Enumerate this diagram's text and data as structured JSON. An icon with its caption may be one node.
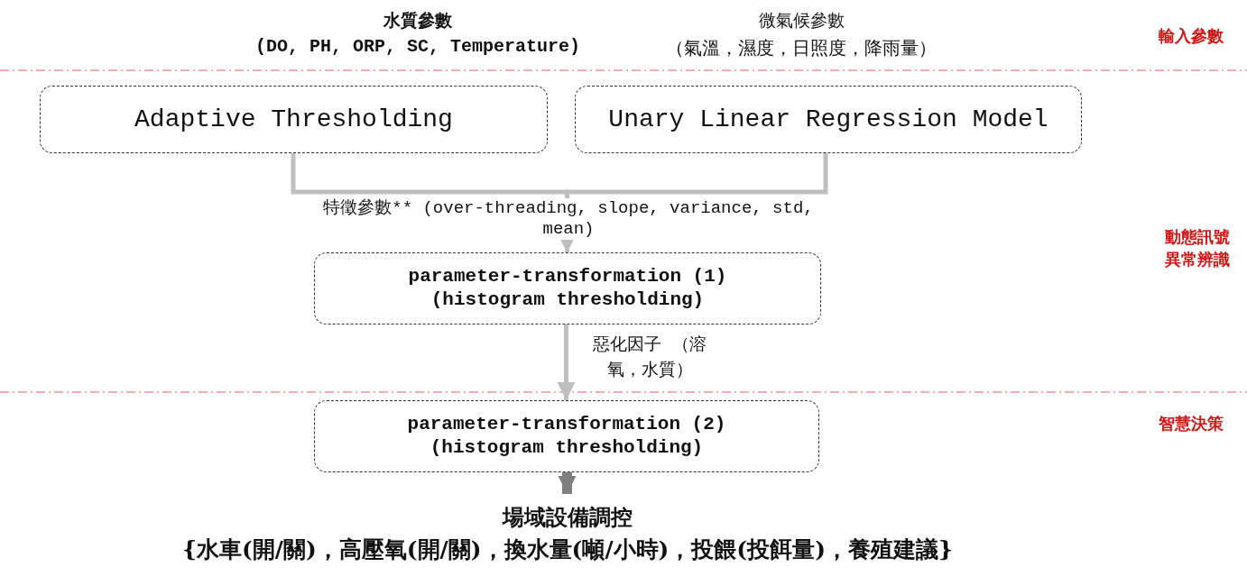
{
  "diagram": {
    "nodes": [
      {
        "text": [
          "Adaptive Thresholding"
        ]
      },
      {
        "text": [
          "Unary Linear Regression Model"
        ]
      },
      {
        "text": [
          "parameter-transformation (1) (histogram thresholding)"
        ]
      },
      {
        "text": [
          "parameter-transformation (2) (histogram thresholding)"
        ]
      },
      {
        "text": [
          "場域設備調控",
          "{水車(開/關)，高壓氧(開/關)，換水量(噸/小時)，投餵(投餌量)，養殖建議}"
        ]
      }
    ],
    "edges": [
      {
        "from": 0,
        "to": 2,
        "arrow": "to",
        "label": "特徵參數** (over-threading, slope, variance, std, mean)"
      },
      {
        "from": 1,
        "to": 2,
        "arrow": "to"
      },
      {
        "from": 2,
        "to": 3,
        "arrow": "to",
        "label": "惡化因子 （溶氧，水質）"
      },
      {
        "from": 3,
        "to": 4,
        "arrow": "to",
        "style": "thick",
        "color": "#7f7f7f"
      }
    ],
    "labels": [
      "水質參數",
      "(DO, PH, ORP, SC, Temperature)",
      "微氣候參數",
      "（氣溫，濕度，日照度，降雨量）",
      "輸入參數",
      "動態訊號異常辨識",
      "智慧決策"
    ]
  }
}
